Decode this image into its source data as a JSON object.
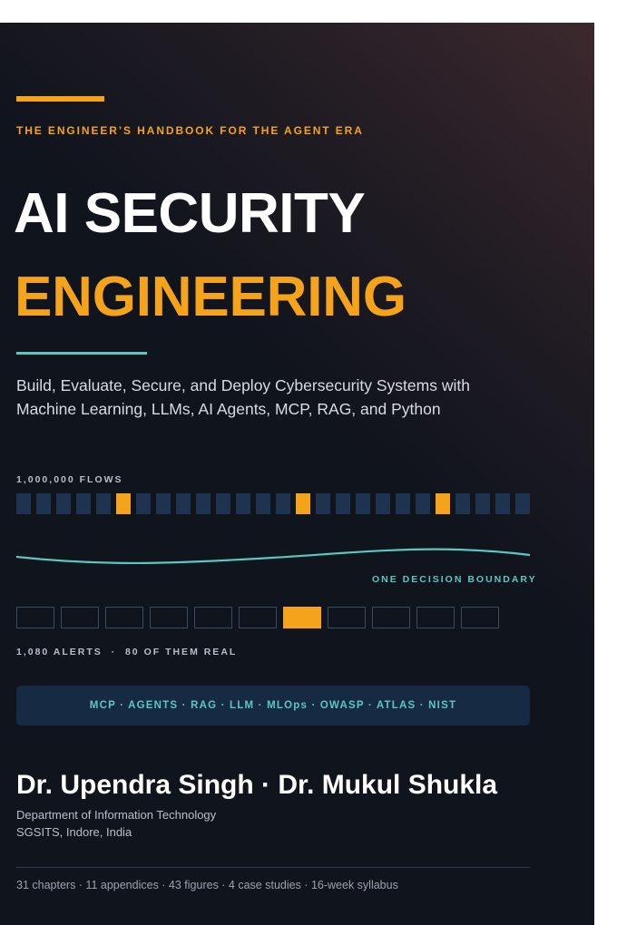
{
  "kicker": "THE ENGINEER’S HANDBOOK FOR THE AGENT ERA",
  "title": {
    "line1": "AI SECURITY",
    "line2": "ENGINEERING"
  },
  "subtitle": {
    "line1": "Build, Evaluate, Secure, and Deploy Cybersecurity Systems with",
    "line2": "Machine Learning, LLMs, AI Agents, MCP, RAG, and Python"
  },
  "flows": {
    "label": "1,000,000 FLOWS",
    "count": 26,
    "highlighted": [
      5,
      14,
      21
    ]
  },
  "boundary_label": "ONE DECISION BOUNDARY",
  "alerts": {
    "count": 11,
    "highlighted": [
      6
    ],
    "label": "1,080 ALERTS  ·  80 OF THEM REAL"
  },
  "tags": "MCP · AGENTS · RAG · LLM · MLOps · OWASP · ATLAS · NIST",
  "authors": "Dr. Upendra Singh · Dr. Mukul Shukla",
  "affiliation": {
    "line1": "Department of Information Technology",
    "line2": "SGSITS, Indore, India"
  },
  "stats": "31 chapters · 11 appendices · 43 figures · 4 case studies · 16-week syllabus",
  "colors": {
    "accent": "#f5a31a",
    "teal": "#5cc7c0",
    "background": "#10141c",
    "cell": "#1d3350"
  }
}
